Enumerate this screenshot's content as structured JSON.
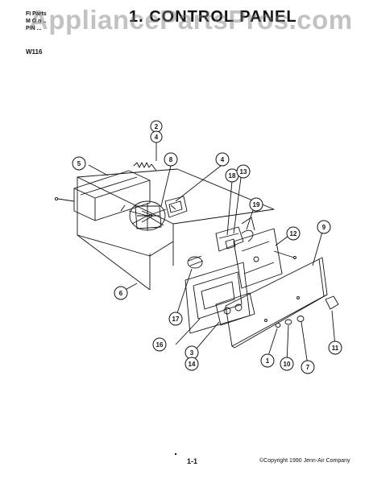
{
  "header": {
    "line1": "FI   Parts",
    "line2": "M  O    n ..",
    "line3": "P/N  ...",
    "title": "1. CONTROL PANEL",
    "watermark": "AppliancePartsPros.com",
    "model": "W116"
  },
  "callouts": [
    "2",
    "4",
    "5",
    "8",
    "4",
    "18",
    "13",
    "19",
    "9",
    "12",
    "6",
    "17",
    "16",
    "3",
    "14",
    "1",
    "10",
    "7",
    "11"
  ],
  "footer": {
    "page": "1-1",
    "copyright": "©Copyright 1990 Jenn-Air Company"
  },
  "colors": {
    "line": "#111111",
    "watermark": "#8a8a8a"
  }
}
